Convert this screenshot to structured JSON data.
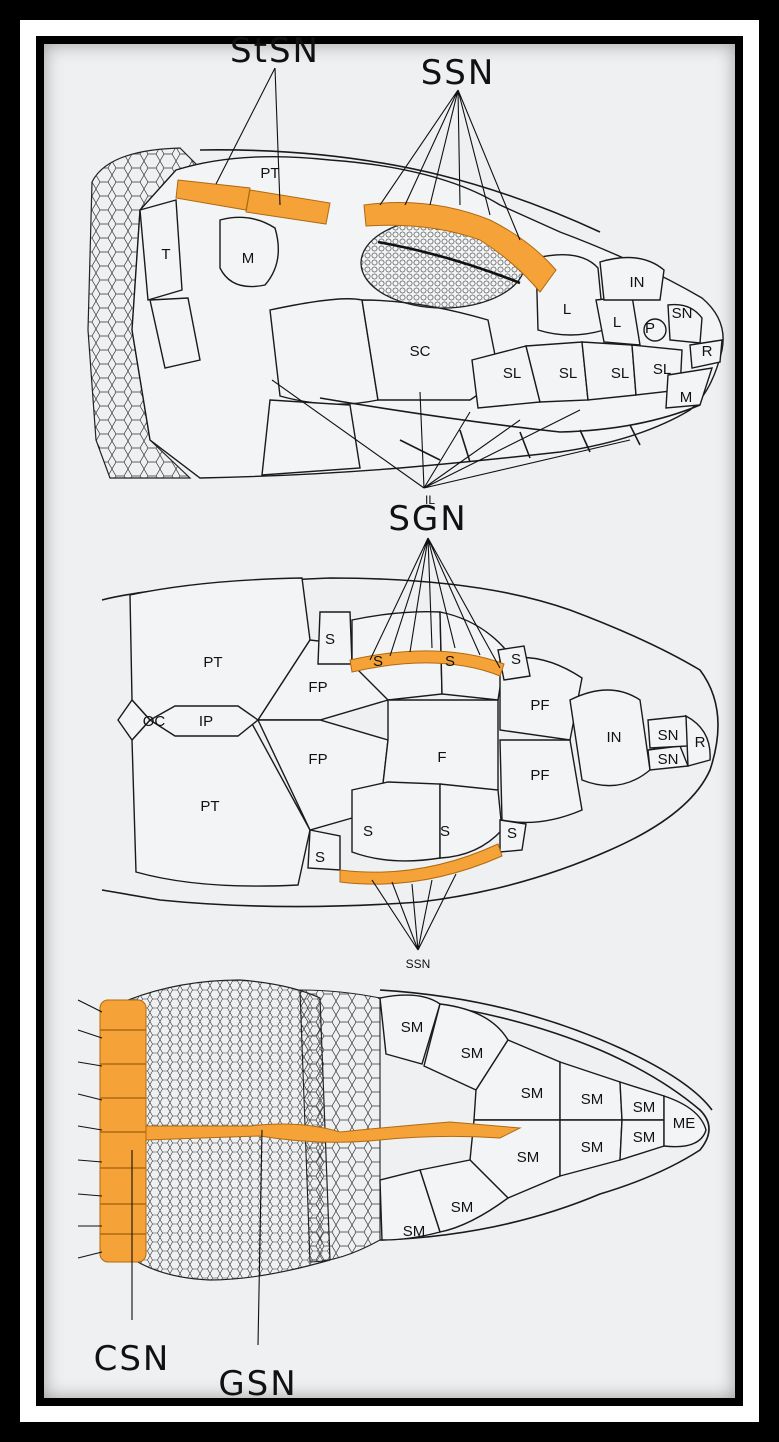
{
  "labels": {
    "stsn": "StSN",
    "ssn_top": "SSN",
    "sgn": "SGN",
    "ssn_mid": "SSN",
    "csn": "CSN",
    "gsn": "GSN"
  },
  "lateral_scales": {
    "pt": "PT",
    "t": "T",
    "m": "M",
    "sc": "SC",
    "l1": "L",
    "l2": "L",
    "in": "IN",
    "p": "P",
    "sn": "SN",
    "r": "R",
    "m2": "M",
    "sl1": "SL",
    "sl2": "SL",
    "sl3": "SL",
    "sl4": "SL",
    "il": "IL"
  },
  "dorsal_scales": {
    "pt1": "PT",
    "pt2": "PT",
    "oc": "OC",
    "ip": "IP",
    "fp1": "FP",
    "fp2": "FP",
    "s1": "S",
    "s2": "S",
    "s3": "S",
    "s4": "S",
    "s5": "S",
    "s6": "S",
    "s7": "S",
    "s8": "S",
    "f": "F",
    "pf1": "PF",
    "pf2": "PF",
    "in": "IN",
    "sn1": "SN",
    "sn2": "SN",
    "r": "R"
  },
  "ventral_scales": {
    "sm1": "SM",
    "sm2": "SM",
    "sm3": "SM",
    "sm4": "SM",
    "sm5": "SM",
    "sm6": "SM",
    "sm7": "SM",
    "sm8": "SM",
    "sm9": "SM",
    "sm10": "SM",
    "me": "ME"
  },
  "colors": {
    "highlight": "#f5a338",
    "panel": "#eef0f2",
    "frame": "#000000"
  }
}
